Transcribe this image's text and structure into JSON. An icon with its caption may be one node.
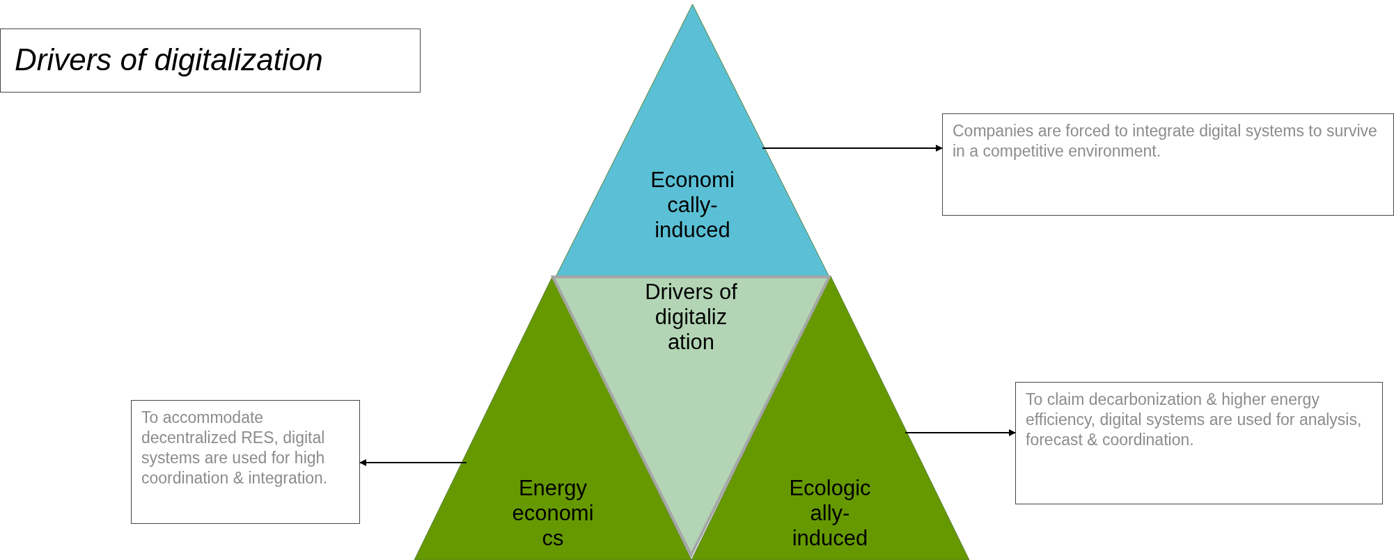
{
  "diagram": {
    "nodes": [
      {
        "text": [
          "Drivers of digitalization"
        ]
      },
      {
        "text": [
          "Economi cally- induced"
        ]
      },
      {
        "text": [
          "Drivers of digitaliz ation"
        ]
      },
      {
        "text": [
          "Energy economi cs"
        ]
      },
      {
        "text": [
          "Ecologic ally- induced"
        ]
      },
      {
        "text": [
          "Companies are forced to integrate digital systems to survive in a competitive environment."
        ]
      },
      {
        "text": [
          "To claim decarbonization & higher energy efficiency, digital systems are used for analysis, forecast & coordination."
        ]
      },
      {
        "text": [
          "To accommodate decentralized RES, digital systems are used for high coordination & integration."
        ]
      }
    ],
    "edges": [
      {
        "from": 1,
        "to": 5,
        "arrow": "to"
      },
      {
        "from": 4,
        "to": 6,
        "arrow": "to"
      },
      {
        "from": 3,
        "to": 7,
        "arrow": "to"
      }
    ]
  }
}
